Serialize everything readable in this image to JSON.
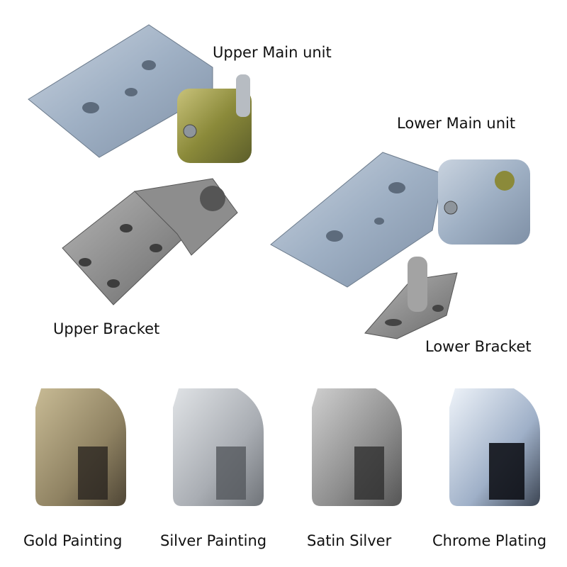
{
  "labels": {
    "upper_main_unit": "Upper Main unit",
    "lower_main_unit": "Lower Main unit",
    "upper_bracket": "Upper Bracket",
    "lower_bracket": "Lower Bracket"
  },
  "finishes": [
    {
      "label": "Gold Painting",
      "color": "#a89a78"
    },
    {
      "label": "Silver Painting",
      "color": "#b8bcc2"
    },
    {
      "label": "Satin Silver",
      "color": "#9c9c9c"
    },
    {
      "label": "Chrome Plating",
      "color": "#b9c6d6"
    }
  ]
}
